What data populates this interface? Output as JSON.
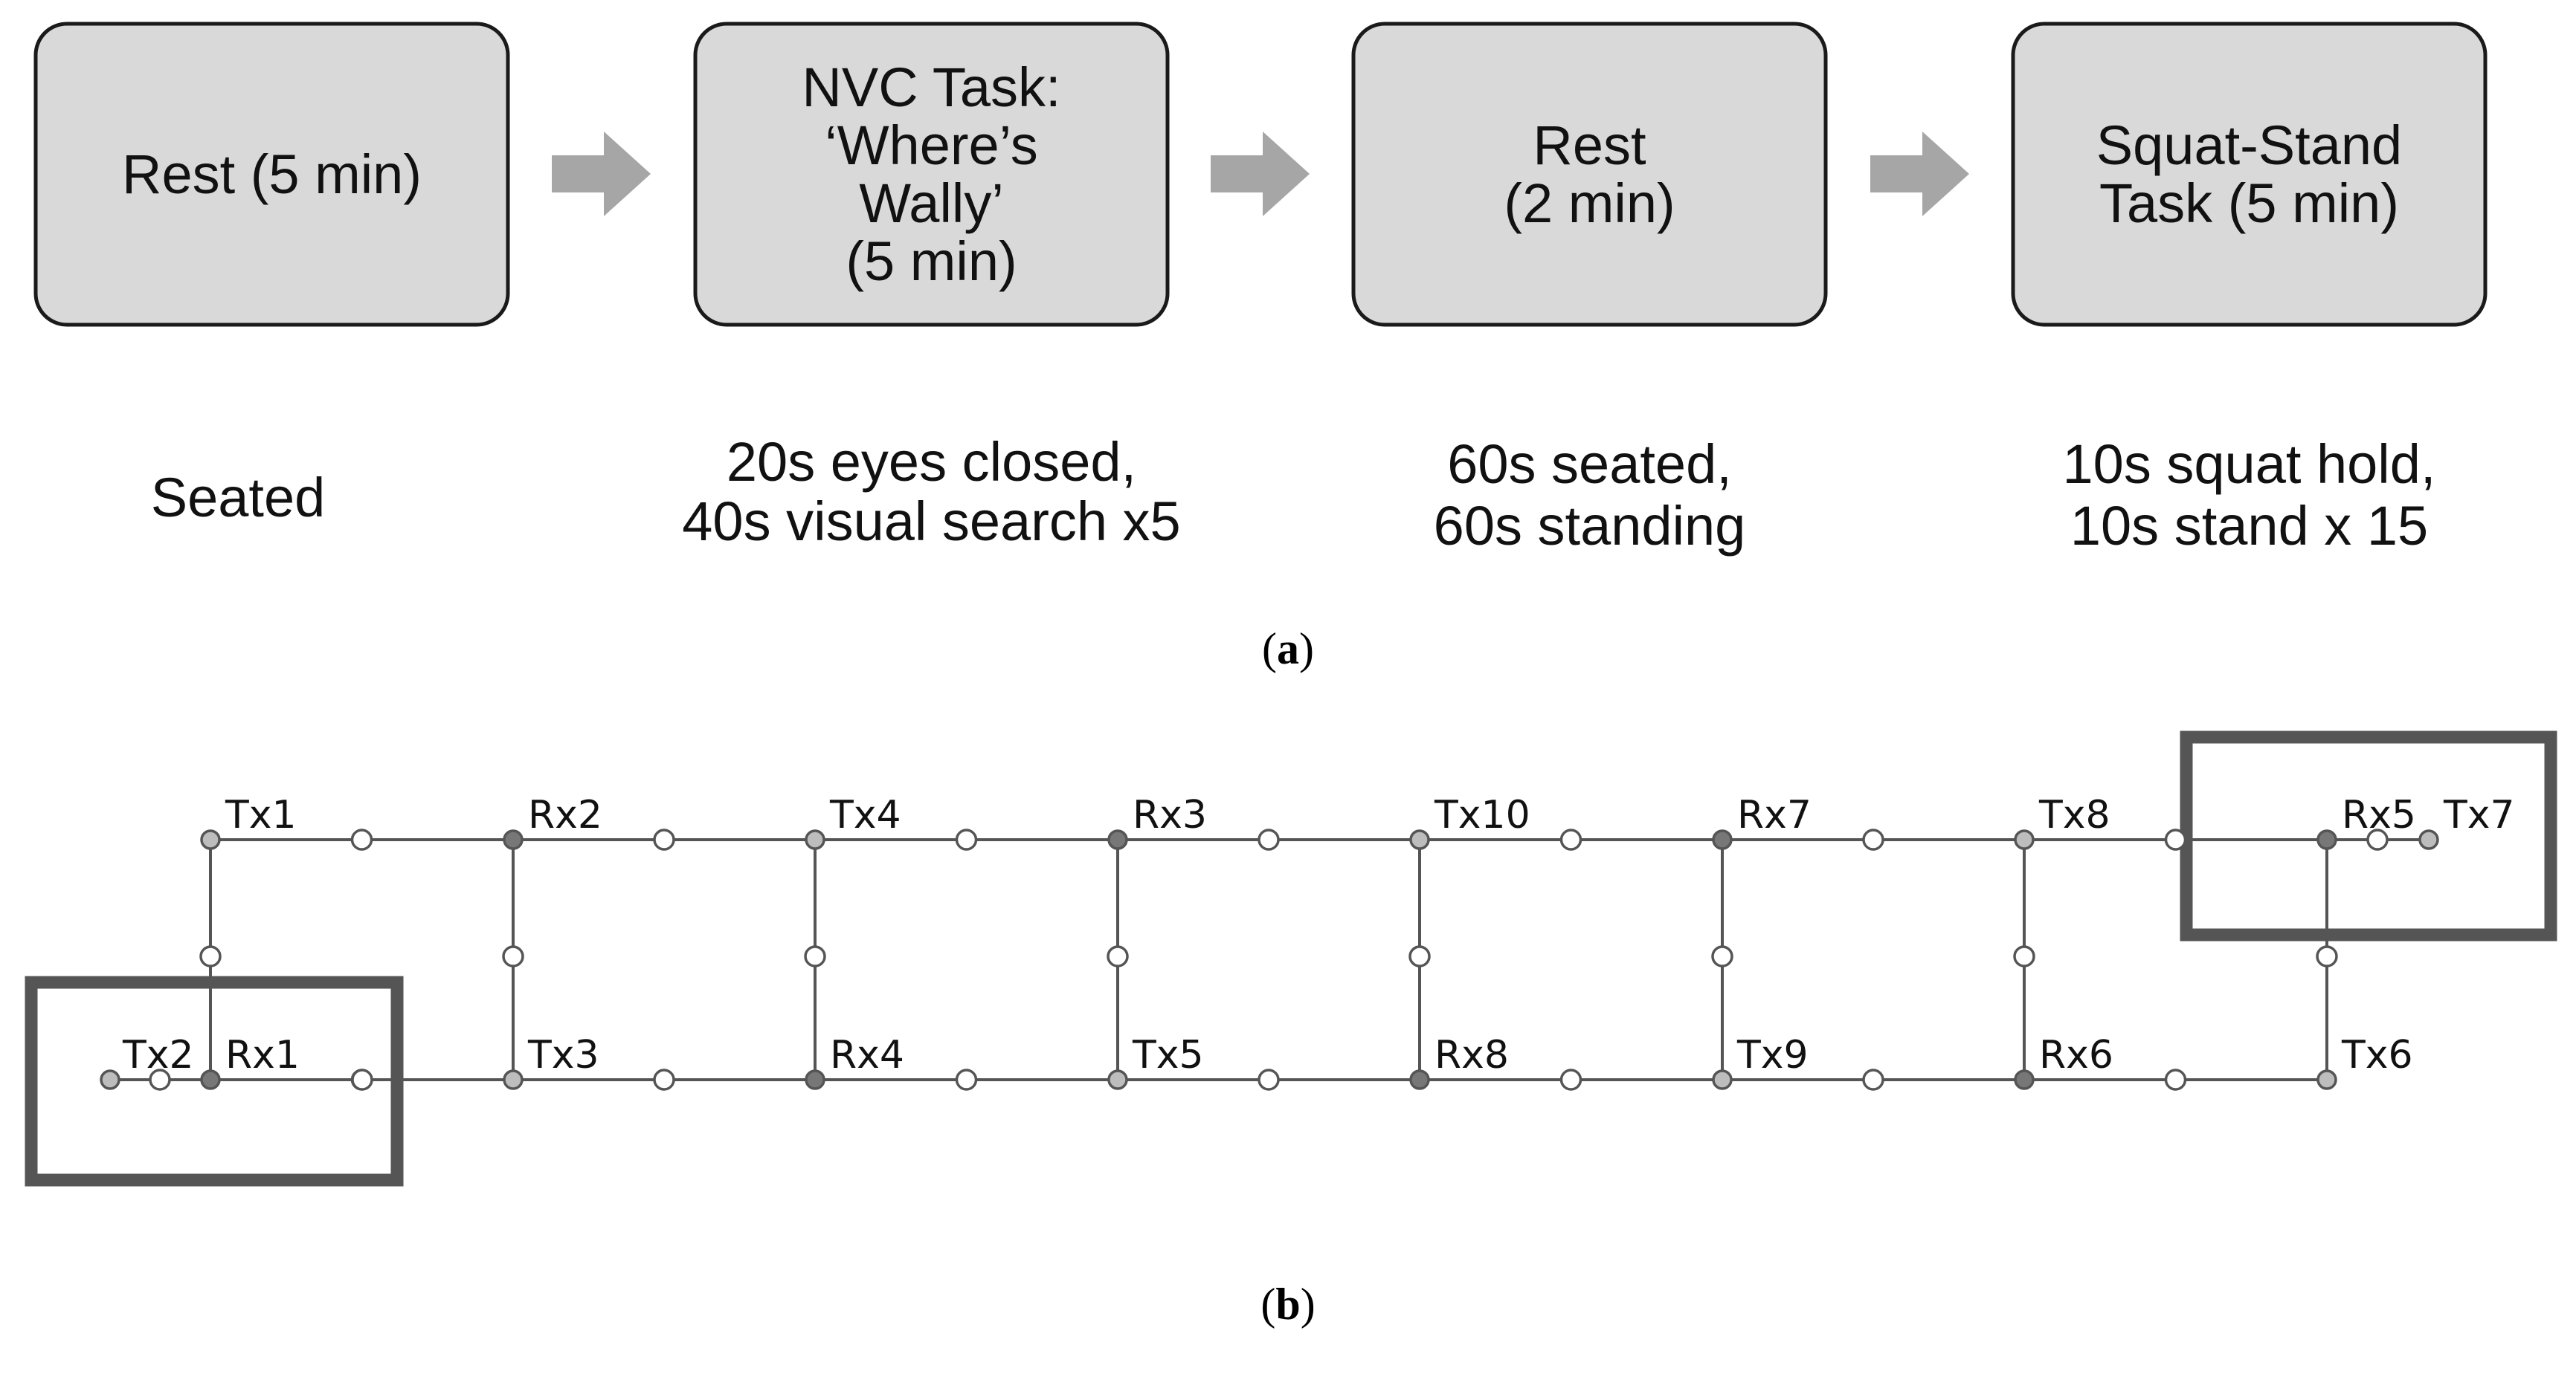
{
  "protocol": {
    "steps": [
      {
        "lines": [
          "Rest (5 min)"
        ],
        "note": [
          "Seated"
        ]
      },
      {
        "lines": [
          "NVC Task:",
          "‘Where’s",
          "Wally’",
          "(5 min)"
        ],
        "note": [
          "20s eyes closed,",
          "40s visual search x5"
        ]
      },
      {
        "lines": [
          "Rest",
          "(2 min)"
        ],
        "note": [
          "60s seated,",
          "60s standing"
        ]
      },
      {
        "lines": [
          "Squat-Stand",
          "Task (5 min)"
        ],
        "note": [
          "10s squat hold,",
          "10s stand x 15"
        ]
      }
    ],
    "caption": {
      "open": "(",
      "letter": "a",
      "close": ")"
    }
  },
  "montage": {
    "top_row": [
      "Tx1",
      "Rx2",
      "Tx4",
      "Rx3",
      "Tx10",
      "Rx7",
      "Tx8",
      "Rx5"
    ],
    "bottom_row": [
      "Rx1",
      "Tx3",
      "Rx4",
      "Tx5",
      "Rx8",
      "Tx9",
      "Rx6",
      "Tx6"
    ],
    "extra_left": "Tx2",
    "extra_right": "Tx7",
    "receiver_labels": [
      "Rx1",
      "Rx2",
      "Rx3",
      "Rx4",
      "Rx5",
      "Rx6",
      "Rx7",
      "Rx8"
    ],
    "caption": {
      "open": "(",
      "letter": "b",
      "close": ")"
    }
  },
  "colors": {
    "box_fill": "#d9d9d9",
    "box_stroke": "#1a1a1a",
    "arrow": "#a6a6a6",
    "line": "#555555",
    "frame": "#555555",
    "channel_fill": "#ffffff",
    "optode_fill": "#bdbdbd",
    "receiver_fill": "#777777"
  }
}
